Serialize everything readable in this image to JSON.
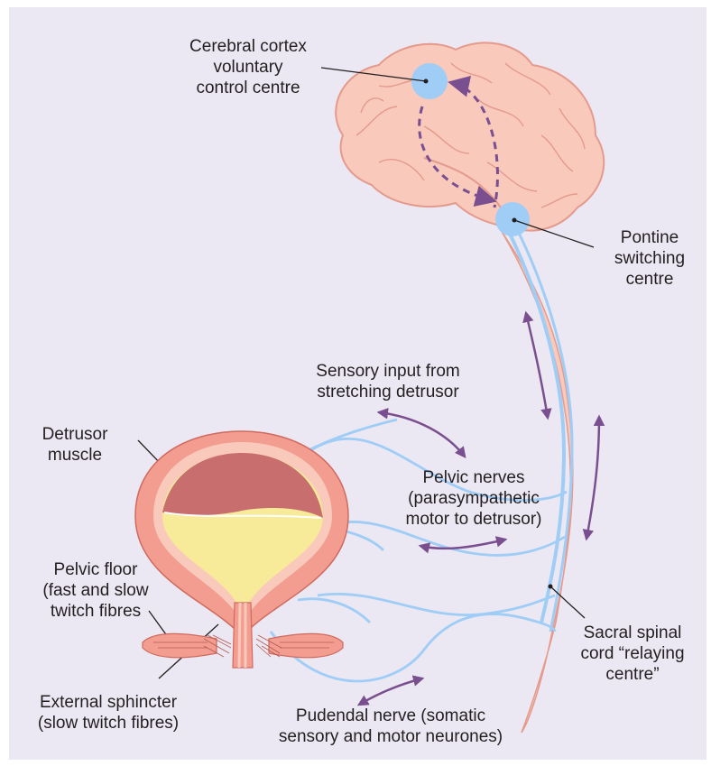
{
  "colors": {
    "background": "#ece8f3",
    "brain": "#f9c9bb",
    "brain_outline": "#e49a8c",
    "centre": "#9fcdf6",
    "nerve": "#9fcdf6",
    "arrow": "#7a4f90",
    "bladder_wall": "#f29d8f",
    "urine": "#f7ea98",
    "detrusor_inner": "#c86e6e"
  },
  "icons": [
    "brain-illustration",
    "bladder-illustration",
    "spinal-cord-illustration",
    "double-headed-arrow"
  ],
  "labels": {
    "cortex": "Cerebral cortex\nvoluntary\ncontrol centre",
    "pontine": "Pontine\nswitching\ncentre",
    "sensory": "Sensory input from\nstretching detrusor",
    "detrusor": "Detrusor\nmuscle",
    "pelvic_nerves": "Pelvic nerves\n(parasympathetic\nmotor to detrusor)",
    "pelvic_floor": "Pelvic floor\n(fast and slow\ntwitch fibres",
    "sacral": "Sacral spinal\ncord “relaying\ncentre”",
    "external_sphincter": "External sphincter\n(slow twitch fibres)",
    "pudendal": "Pudendal nerve (somatic\nsensory and motor neurones)"
  }
}
